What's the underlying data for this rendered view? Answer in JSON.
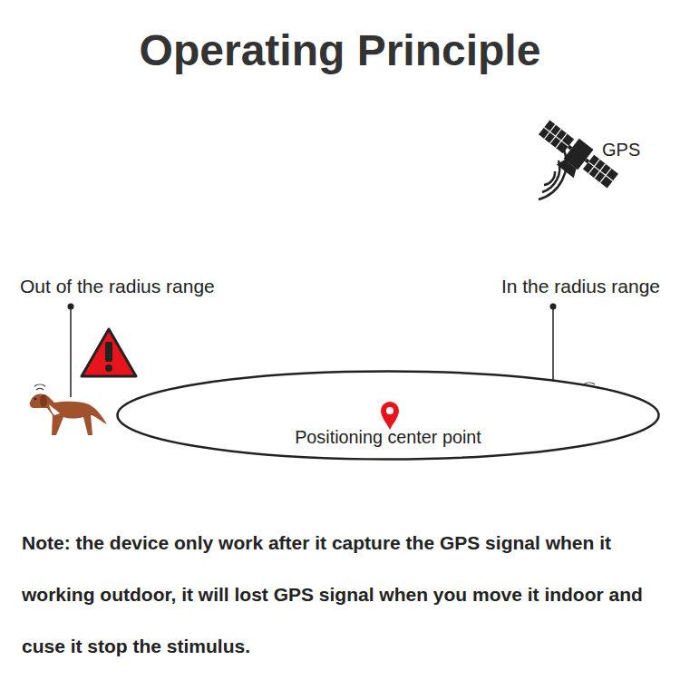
{
  "diagram": {
    "title": "Operating Principle",
    "nodes": [
      {
        "text": [
          "Positioning center point"
        ]
      }
    ],
    "edges": [],
    "labels": [
      "GPS",
      "Out of the radius range",
      "In the radius range",
      "Note: the device only work after it capture the GPS signal when it working outdoor, it will lost GPS signal when you move it indoor and cuse it stop the stimulus."
    ]
  }
}
